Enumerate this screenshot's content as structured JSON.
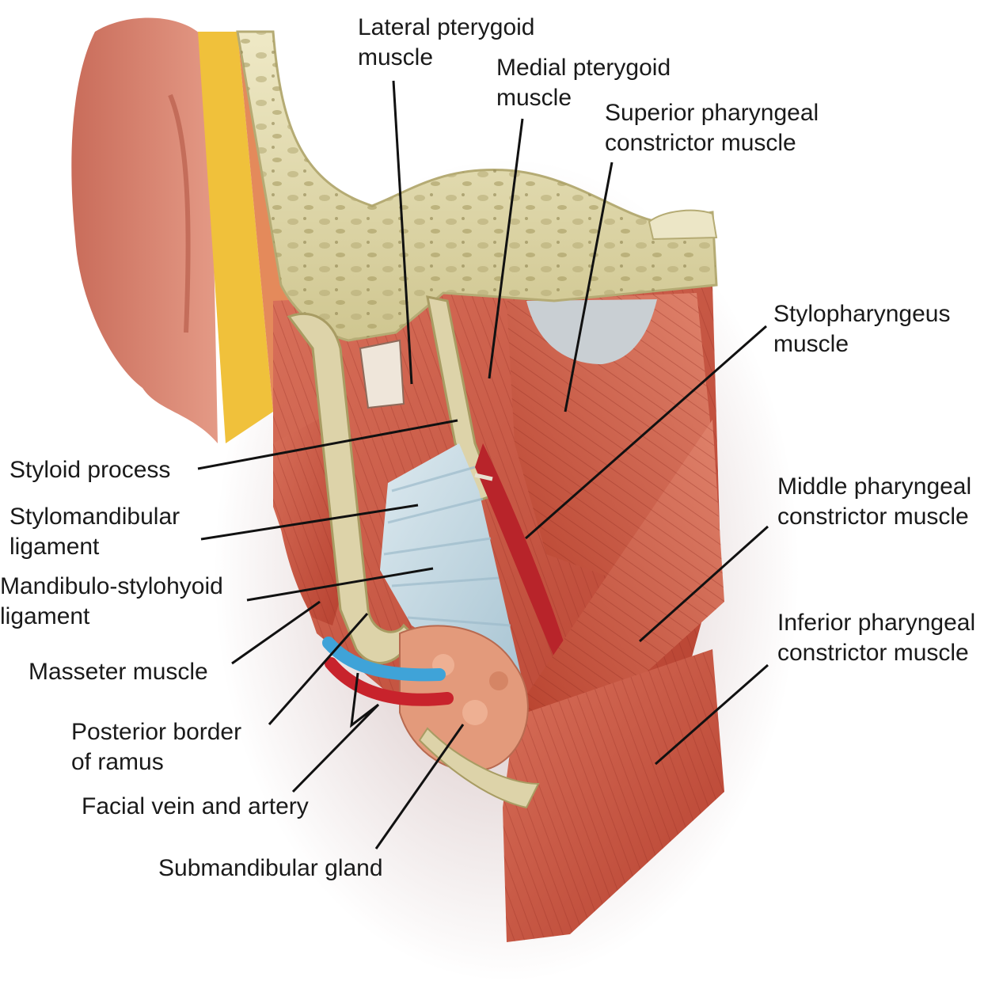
{
  "labels": {
    "lateral_pterygoid": [
      "Lateral pterygoid",
      "muscle"
    ],
    "medial_pterygoid": [
      "Medial pterygoid",
      "muscle"
    ],
    "superior_constrictor": [
      "Superior pharyngeal",
      "constrictor muscle"
    ],
    "stylopharyngeus": [
      "Stylopharyngeus",
      "muscle"
    ],
    "middle_constrictor": [
      "Middle pharyngeal",
      "constrictor muscle"
    ],
    "inferior_constrictor": [
      "Inferior pharyngeal",
      "constrictor muscle"
    ],
    "styloid_process": [
      "Styloid process"
    ],
    "stylomandibular": [
      "Stylomandibular",
      "ligament"
    ],
    "mandibulo_stylohyoid": [
      "Mandibulo-stylohyoid",
      "ligament"
    ],
    "masseter": [
      "Masseter muscle"
    ],
    "posterior_border": [
      "Posterior border",
      "of ramus"
    ],
    "facial_vessels": [
      "Facial vein and artery"
    ],
    "submandibular": [
      "Submandibular gland"
    ]
  },
  "colors": {
    "muscle": "#c9543f",
    "muscle_dark": "#9a2e22",
    "bone": "#e3dcb4",
    "ligament": "#c7dbe4",
    "vein": "#3fa3d8",
    "artery": "#c8232c",
    "gland": "#e29a7a",
    "fat": "#f2c23a",
    "skin": "#d98874"
  }
}
